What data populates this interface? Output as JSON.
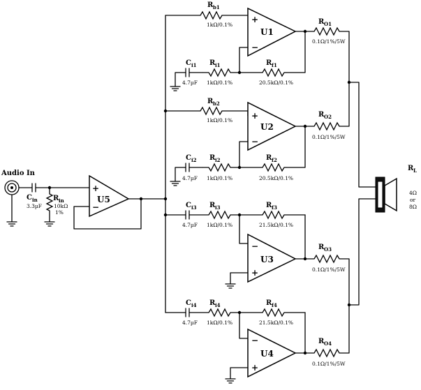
{
  "input": {
    "label": "Audio In"
  },
  "input_stage": {
    "cap": {
      "name": "C",
      "sub": "in",
      "value": "3.3µF"
    },
    "res": {
      "name": "R",
      "sub": "in",
      "value1": "10kΩ",
      "value2": "1%"
    },
    "buffer": "U5"
  },
  "amps": [
    {
      "id": "U1",
      "input": "Rb",
      "r_b": {
        "name": "R",
        "sub": "b1",
        "value": "1kΩ/0.1%"
      },
      "c_i": {
        "name": "C",
        "sub": "i1",
        "value": "4.7µF"
      },
      "r_i": {
        "name": "R",
        "sub": "i1",
        "value": "1kΩ/0.1%"
      },
      "r_f": {
        "name": "R",
        "sub": "f1",
        "value": "20.5kΩ/0.1%"
      },
      "r_o": {
        "name": "R",
        "sub": "O1",
        "value": "0.1Ω/1%/5W"
      }
    },
    {
      "id": "U2",
      "input": "Rb",
      "r_b": {
        "name": "R",
        "sub": "b2",
        "value": "1kΩ/0.1%"
      },
      "c_i": {
        "name": "C",
        "sub": "i2",
        "value": "4.7µF"
      },
      "r_i": {
        "name": "R",
        "sub": "i2",
        "value": "1kΩ/0.1%"
      },
      "r_f": {
        "name": "R",
        "sub": "f2",
        "value": "20.5kΩ/0.1%"
      },
      "r_o": {
        "name": "R",
        "sub": "O2",
        "value": "0.1Ω/1%/5W"
      }
    },
    {
      "id": "U3",
      "input": "Ci",
      "c_i": {
        "name": "C",
        "sub": "i3",
        "value": "4.7µF"
      },
      "r_i": {
        "name": "R",
        "sub": "i3",
        "value": "1kΩ/0.1%"
      },
      "r_f": {
        "name": "R",
        "sub": "f3",
        "value": "21.5kΩ/0.1%"
      },
      "r_o": {
        "name": "R",
        "sub": "O3",
        "value": "0.1Ω/1%/5W"
      }
    },
    {
      "id": "U4",
      "input": "Ci",
      "c_i": {
        "name": "C",
        "sub": "i4",
        "value": "4.7µF"
      },
      "r_i": {
        "name": "R",
        "sub": "i4",
        "value": "1kΩ/0.1%"
      },
      "r_f": {
        "name": "R",
        "sub": "f4",
        "value": "21.5kΩ/0.1%"
      },
      "r_o": {
        "name": "R",
        "sub": "O4",
        "value": "0.1Ω/1%/5W"
      }
    }
  ],
  "load": {
    "name": "R",
    "sub": "L",
    "value1": "4Ω",
    "value2": "or",
    "value3": "8Ω"
  },
  "signs": {
    "plus": "+",
    "minus": "−"
  }
}
